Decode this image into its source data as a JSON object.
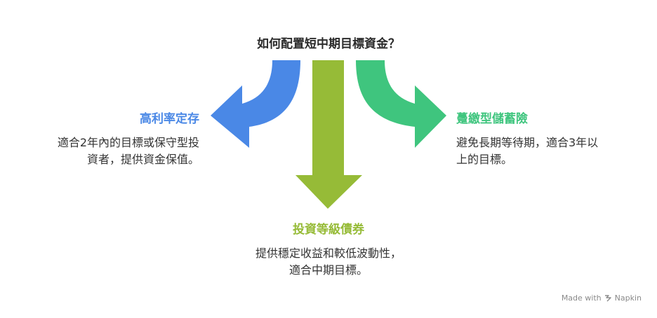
{
  "title": "如何配置短中期目標資金？",
  "colors": {
    "left": "#4a88e6",
    "center": "#96bb37",
    "right": "#3fc57e",
    "text": "#333333",
    "watermark": "#8a8a8a"
  },
  "branches": {
    "left": {
      "title": "高利率定存",
      "desc_lines": [
        "適合2年內的目標或保守型投",
        "資者，提供資金保值。"
      ]
    },
    "center": {
      "title": "投資等級債券",
      "desc_lines": [
        "提供穩定收益和較低波動性，",
        "適合中期目標。"
      ]
    },
    "right": {
      "title": "躉繳型儲蓄險",
      "desc_lines": [
        "避免長期等待期，適合3年以",
        "上的目標。"
      ]
    }
  },
  "watermark": {
    "prefix": "Made with",
    "brand": "Napkin",
    "icon": "napkin-logo-icon"
  }
}
